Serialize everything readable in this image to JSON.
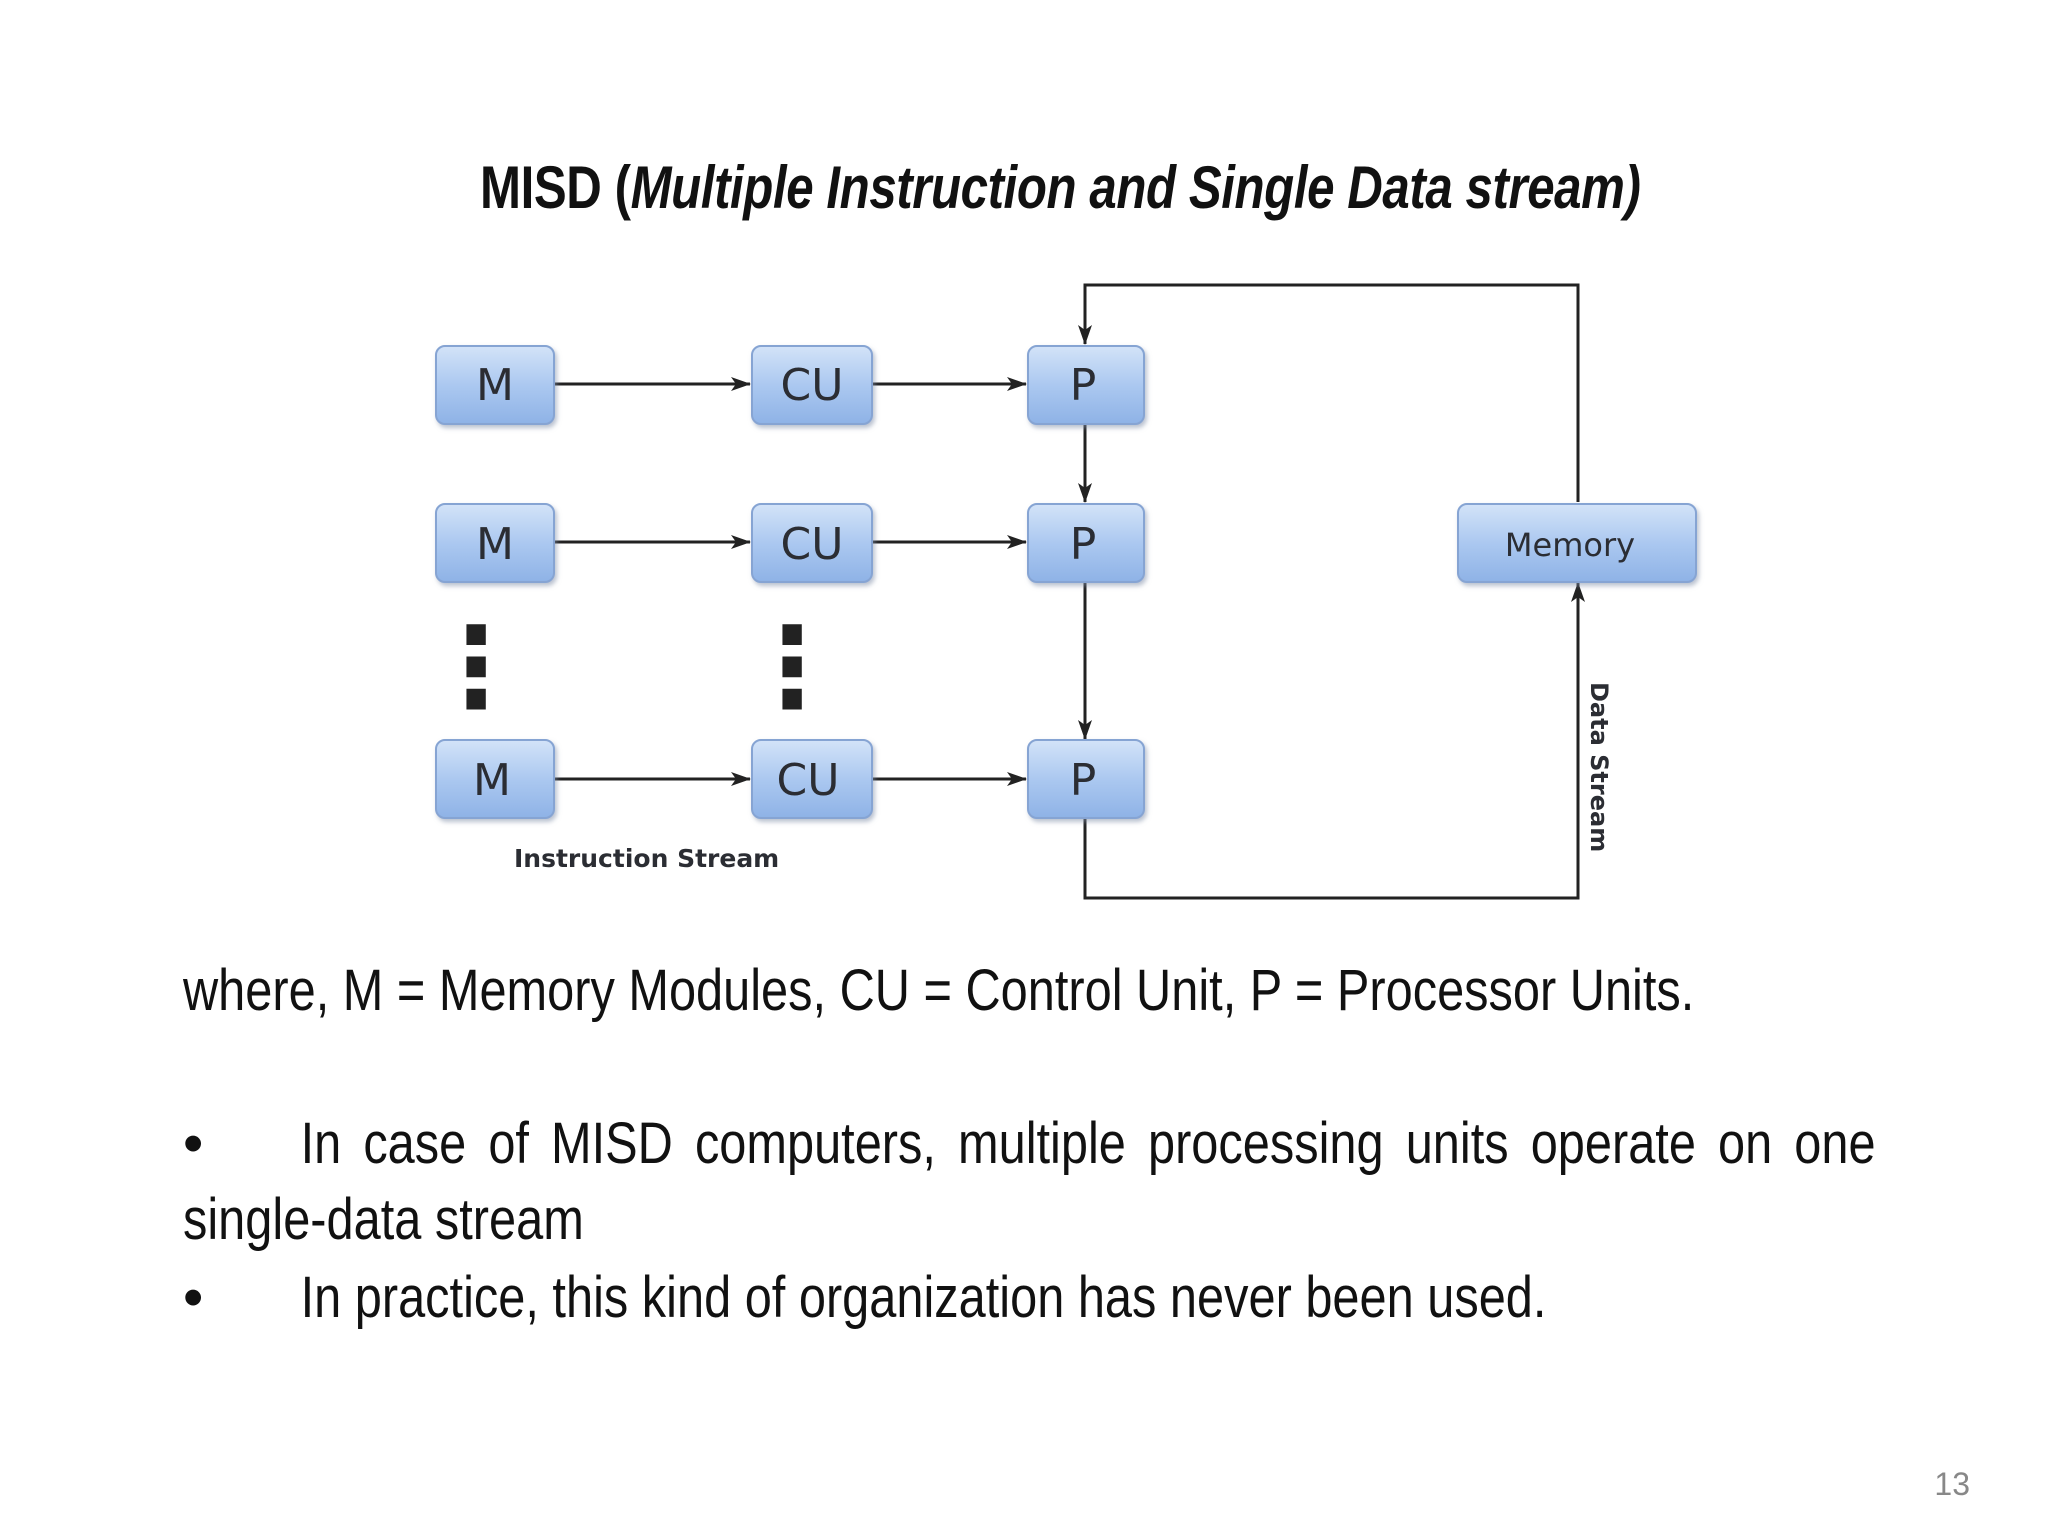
{
  "title": {
    "prefix": "MISD (",
    "italic": "Multiple Instruction and Single Data stream)"
  },
  "diagram": {
    "memory_module_label": "M",
    "control_unit_label": "CU",
    "processor_label": "P",
    "memory_label": "Memory",
    "instruction_stream_label": "Instruction Stream",
    "data_stream_label": "Data Stream",
    "ellipsis": "⋮"
  },
  "legend": "where, M = Memory Modules, CU = Control Unit, P = Processor Units.",
  "bullets": [
    "In case of MISD computers, multiple processing units operate on one single-data stream",
    "In practice, this kind of organization has never been used."
  ],
  "bullet_symbol": "•",
  "page_number": "13",
  "colors": {
    "box_top": "#c9dcf6",
    "box_bottom": "#8fb3e6",
    "box_border": "#7e9ccd",
    "arrow": "#222222"
  }
}
